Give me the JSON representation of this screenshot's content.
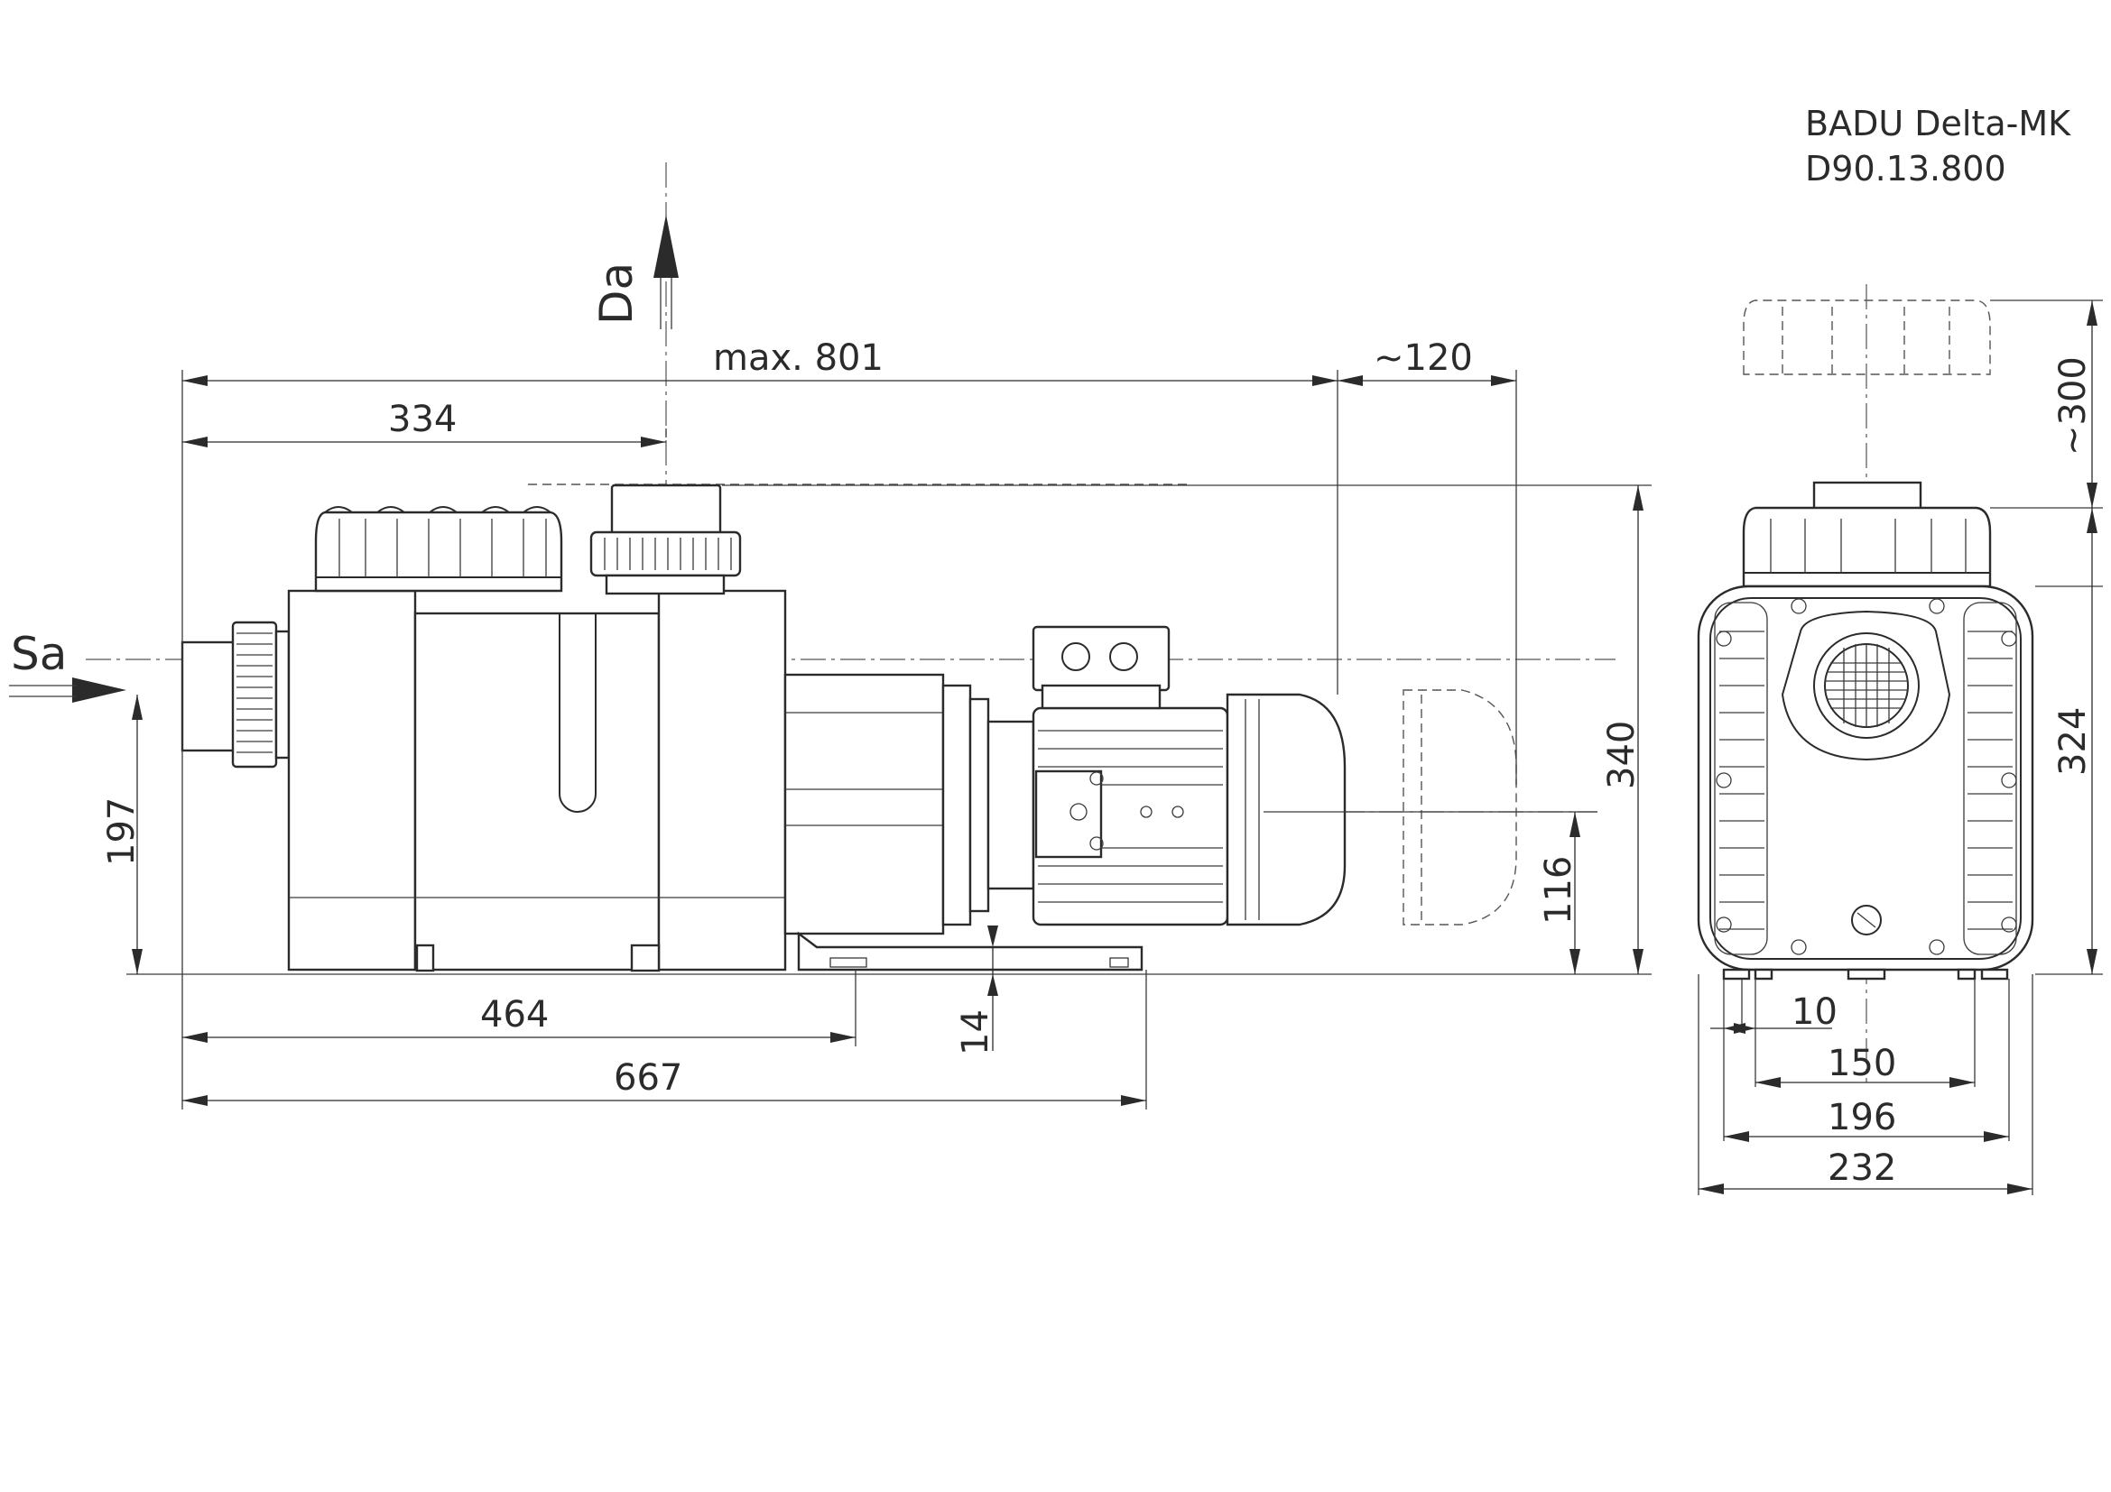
{
  "title": {
    "model": "BADU Delta-MK",
    "code": "D90.13.800"
  },
  "ports": {
    "suction": "Sa",
    "discharge": "Da"
  },
  "dimensions": {
    "overall_length": "max. 801",
    "motor_clearance": "~120",
    "inlet_to_lid": "334",
    "base_to_hole": "464",
    "base_length": "667",
    "foot_height": "14",
    "inlet_height": "197",
    "shaft_height": "116",
    "total_height": "340",
    "lid_clearance": "~300",
    "side_height": "324",
    "foot_width": "10",
    "hole_spacing_inner": "150",
    "hole_spacing_outer": "196",
    "overall_width": "232"
  }
}
